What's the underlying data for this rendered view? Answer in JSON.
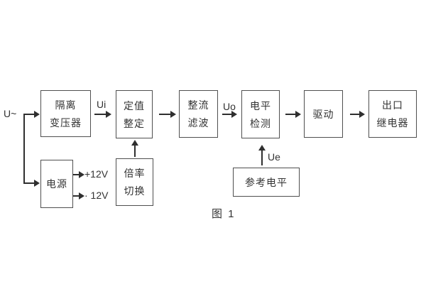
{
  "colors": {
    "line": "#2f2f2f",
    "border": "#4f4f4f",
    "text": "#333333",
    "bg": "#ffffff"
  },
  "caption": "图 1",
  "signals": {
    "input": "U~",
    "ui": "Ui",
    "uo": "Uo",
    "ue": "Ue",
    "rail_pos": "+12V",
    "rail_neg": "· 12V"
  },
  "blocks": {
    "isolation_transformer": {
      "line1": "隔离",
      "line2": "变压器"
    },
    "setting": {
      "line1": "定值",
      "line2": "整定"
    },
    "rectifier_filter": {
      "line1": "整流",
      "line2": "滤波"
    },
    "level_detection": {
      "line1": "电平",
      "line2": "检测"
    },
    "drive": {
      "line1": "驱动"
    },
    "output_relay": {
      "line1": "出口",
      "line2": "继电器"
    },
    "power_supply": {
      "line1": "电源"
    },
    "ratio_switch": {
      "line1": "倍率",
      "line2": "切换"
    },
    "reference_level": {
      "line1": "参考电平"
    }
  }
}
